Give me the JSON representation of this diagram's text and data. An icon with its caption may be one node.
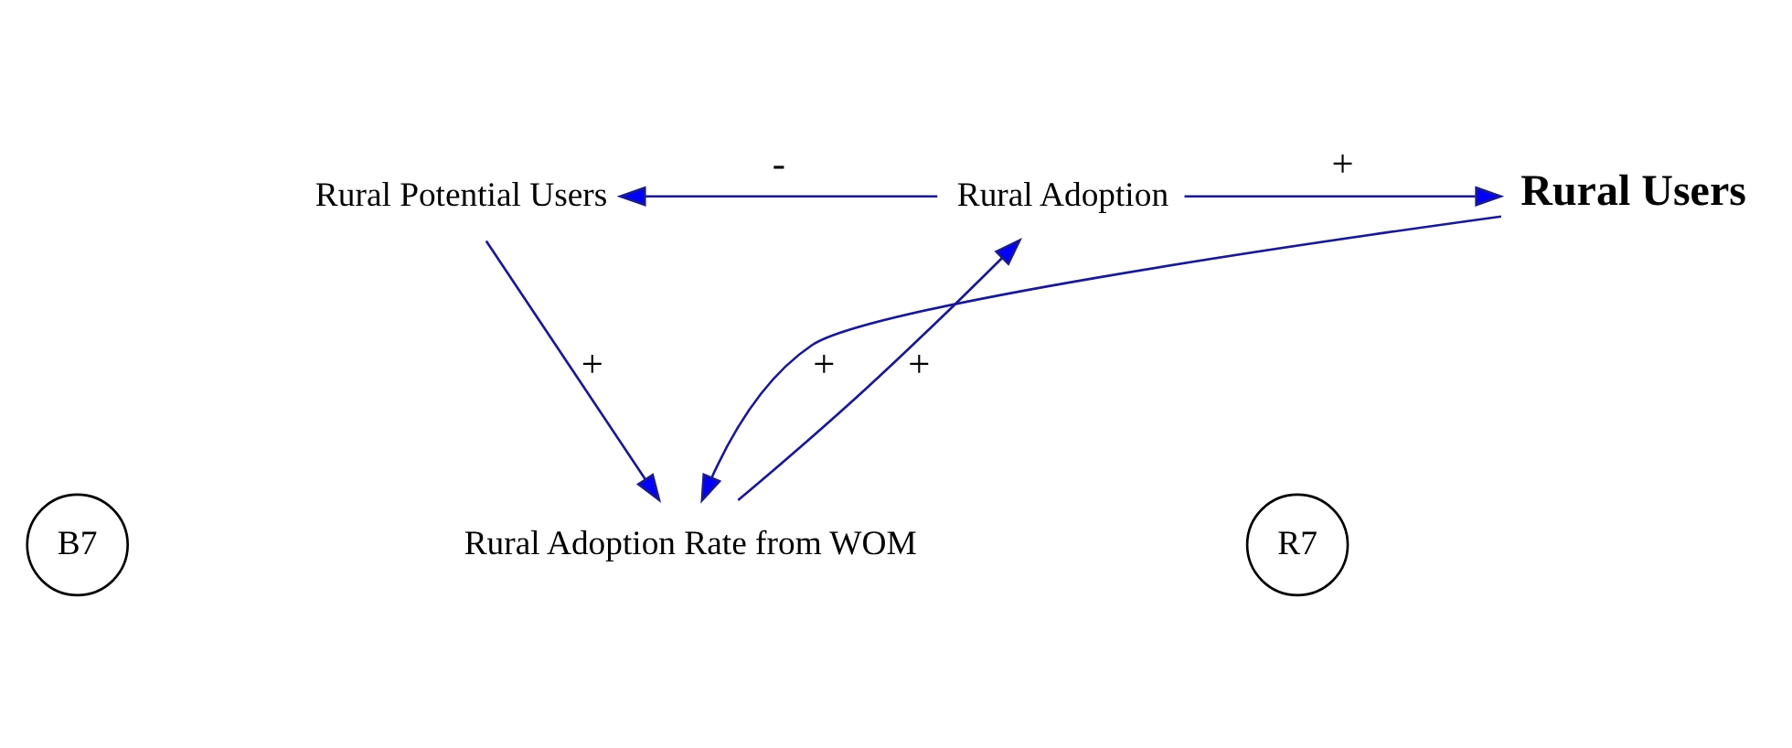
{
  "diagram": {
    "nodes": [
      {
        "text": [
          "Rural Potential Users"
        ]
      },
      {
        "text": [
          "Rural Adoption"
        ]
      },
      {
        "text": [
          "Rural Users"
        ]
      },
      {
        "text": [
          "Rural Adoption Rate from WOM"
        ]
      }
    ],
    "edges": [
      {
        "from": 1,
        "to": 0,
        "arrow": "to",
        "label": "-"
      },
      {
        "from": 1,
        "to": 2,
        "arrow": "to",
        "label": "+"
      },
      {
        "from": 2,
        "to": 3,
        "arrow": "to",
        "label": "+"
      },
      {
        "from": 0,
        "to": 3,
        "arrow": "to",
        "label": "+"
      },
      {
        "from": 3,
        "to": 1,
        "arrow": "to",
        "label": "+"
      }
    ],
    "labels": [
      "B7",
      "R7"
    ]
  }
}
